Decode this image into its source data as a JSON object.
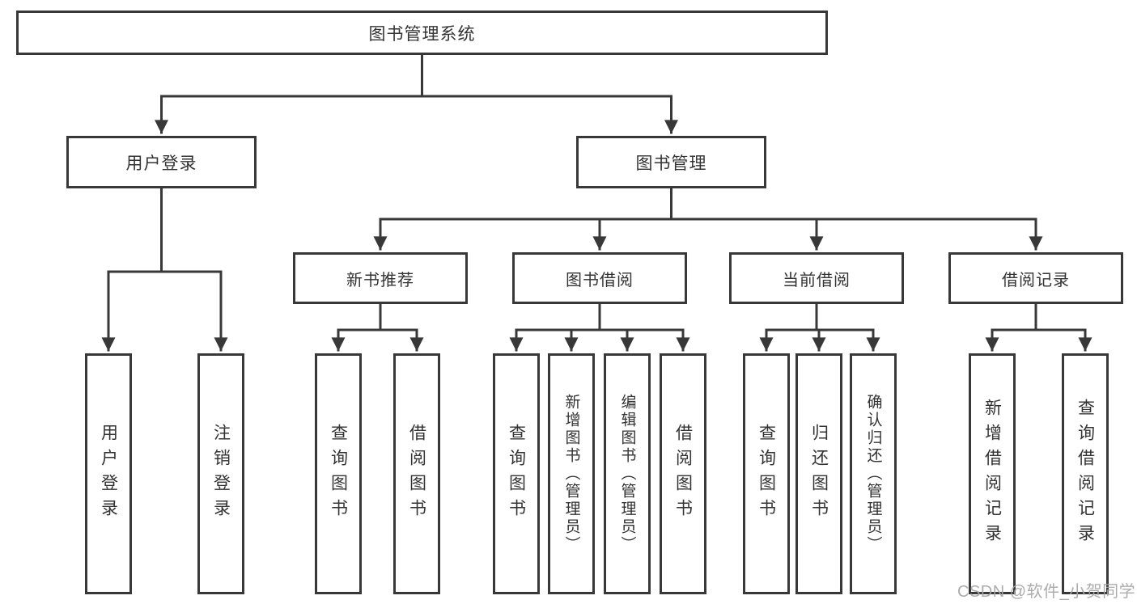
{
  "diagram": {
    "title_node": {
      "label": "图书管理系统"
    },
    "level2": [
      {
        "id": "user-login",
        "label": "用户登录"
      },
      {
        "id": "book-management",
        "label": "图书管理"
      }
    ],
    "level3": [
      {
        "id": "new-book-recommend",
        "label": "新书推荐"
      },
      {
        "id": "book-borrow",
        "label": "图书借阅"
      },
      {
        "id": "current-borrow",
        "label": "当前借阅"
      },
      {
        "id": "borrow-records",
        "label": "借阅记录"
      }
    ],
    "leaves": [
      {
        "group": "user-login",
        "label": "用户登录"
      },
      {
        "group": "user-login",
        "label": "注销登录"
      },
      {
        "group": "new-book-recommend",
        "label": "查询图书"
      },
      {
        "group": "new-book-recommend",
        "label": "借阅图书"
      },
      {
        "group": "book-borrow",
        "label": "查询图书"
      },
      {
        "group": "book-borrow",
        "label": "新增图书（管理员）"
      },
      {
        "group": "book-borrow",
        "label": "编辑图书（管理员）"
      },
      {
        "group": "book-borrow",
        "label": "借阅图书"
      },
      {
        "group": "current-borrow",
        "label": "查询图书"
      },
      {
        "group": "current-borrow",
        "label": "归还图书"
      },
      {
        "group": "current-borrow",
        "label": "确认归还（管理员）"
      },
      {
        "group": "borrow-records",
        "label": "新增借阅记录"
      },
      {
        "group": "borrow-records",
        "label": "查询借阅记录"
      }
    ]
  },
  "watermark": {
    "text": "CSDN @软件_小贺同学"
  },
  "colors": {
    "line": "#383838",
    "box_border": "#383838",
    "text": "#333333",
    "watermark": "#a5a5a5",
    "background": "#ffffff"
  }
}
